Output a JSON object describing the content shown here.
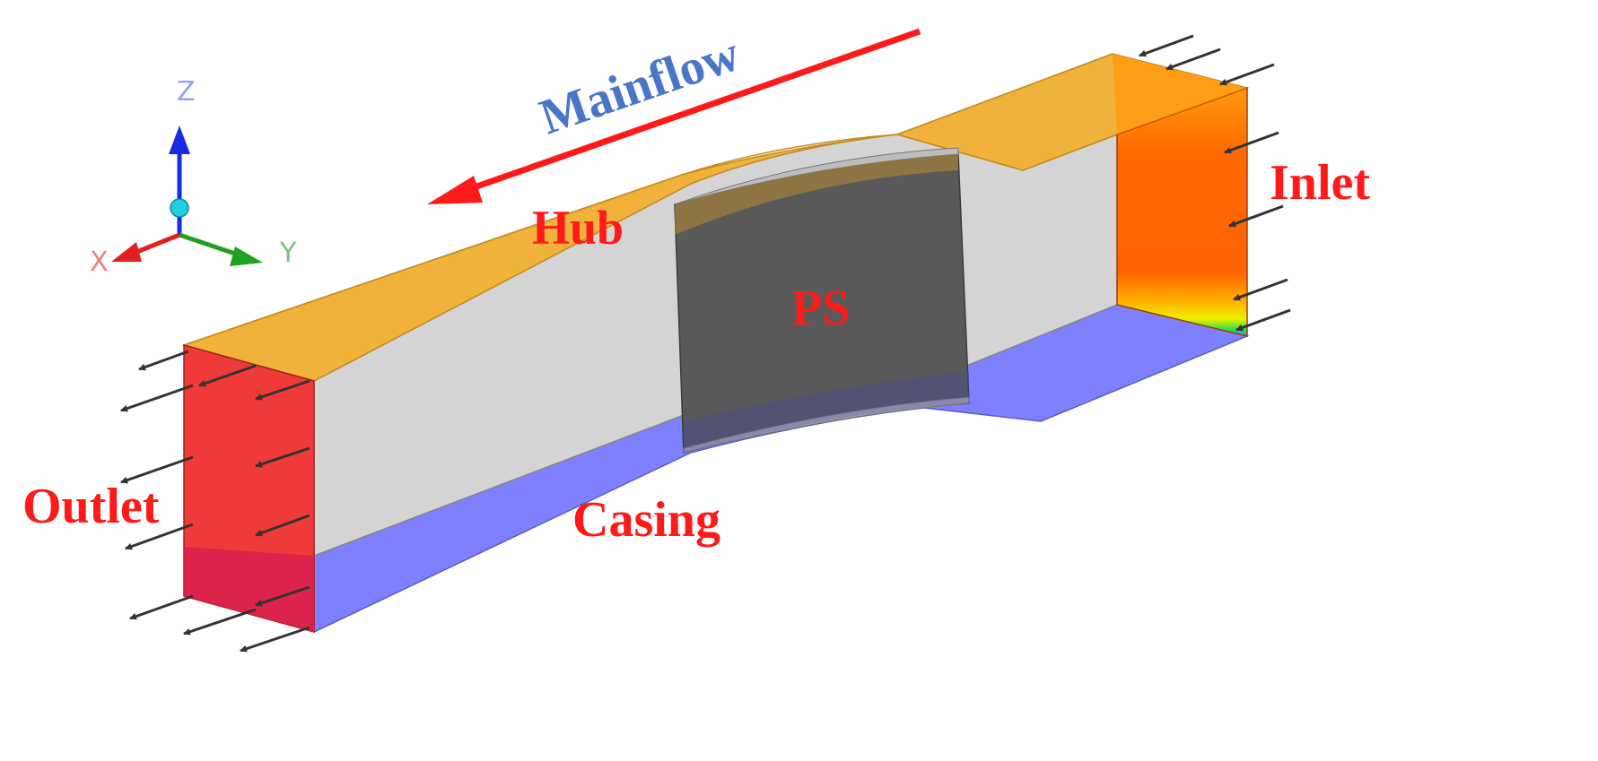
{
  "labels": {
    "mainflow": "Mainflow",
    "hub": "Hub",
    "ps": "PS",
    "inlet": "Inlet",
    "outlet": "Outlet",
    "casing": "Casing"
  },
  "axes": {
    "z": "Z",
    "x": "X",
    "y": "Y"
  },
  "colors": {
    "hub": "#f0b23a",
    "casing": "#7f80ff",
    "side_wall": "#d3d3d3",
    "blade": "#595959",
    "outlet": "#f03a3a",
    "inlet": "#ff6600",
    "label_red": "#ff1a1a",
    "label_blue": "#4a76c8",
    "mainflow_arrow": "#ff1a1a",
    "flow_arrow": "#333333",
    "axis_x": "#e02020",
    "axis_y": "#20a020",
    "axis_z": "#1a2ae0",
    "axis_origin": "#20d0e0"
  }
}
